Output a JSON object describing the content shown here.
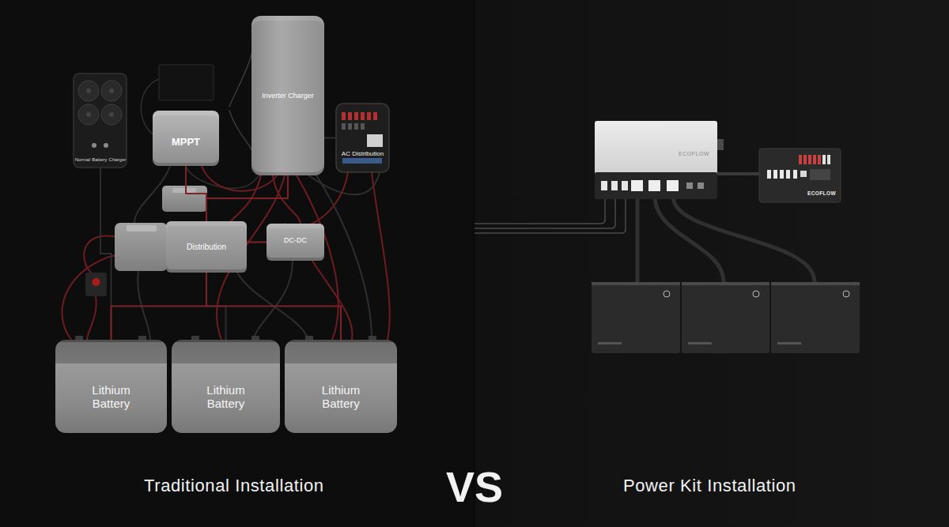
{
  "diagram": {
    "nodes": [
      {
        "text": [
          "Normal",
          "Battery",
          "Charger"
        ]
      },
      {
        "text": [
          "MPPT"
        ]
      },
      {
        "text": [
          "Inverter Charger"
        ]
      },
      {
        "text": [
          "AC Distribution"
        ]
      },
      {
        "text": [
          "Distribution"
        ]
      },
      {
        "text": [
          "DC-DC"
        ]
      },
      {
        "text": [
          "Lithium Battery"
        ]
      },
      {
        "text": [
          "Lithium Battery"
        ]
      },
      {
        "text": [
          "Lithium Battery"
        ]
      },
      {
        "text": [
          "ECOFLOW"
        ]
      },
      {
        "text": [
          "ECOFLOW"
        ]
      }
    ],
    "edges": [
      {
        "from": 0,
        "to": 6,
        "arrow": "none"
      },
      {
        "from": 1,
        "to": 4,
        "arrow": "none"
      },
      {
        "from": 2,
        "to": 4,
        "arrow": "none"
      },
      {
        "from": 2,
        "to": 3,
        "arrow": "none"
      },
      {
        "from": 5,
        "to": 4,
        "arrow": "none"
      },
      {
        "from": 4,
        "to": 6,
        "arrow": "none"
      },
      {
        "from": 4,
        "to": 7,
        "arrow": "none"
      },
      {
        "from": 4,
        "to": 8,
        "arrow": "none"
      },
      {
        "from": 9,
        "to": 10,
        "arrow": "none"
      }
    ],
    "labels": [
      "Traditional Installation",
      "VS",
      "Power Kit Installation"
    ]
  }
}
